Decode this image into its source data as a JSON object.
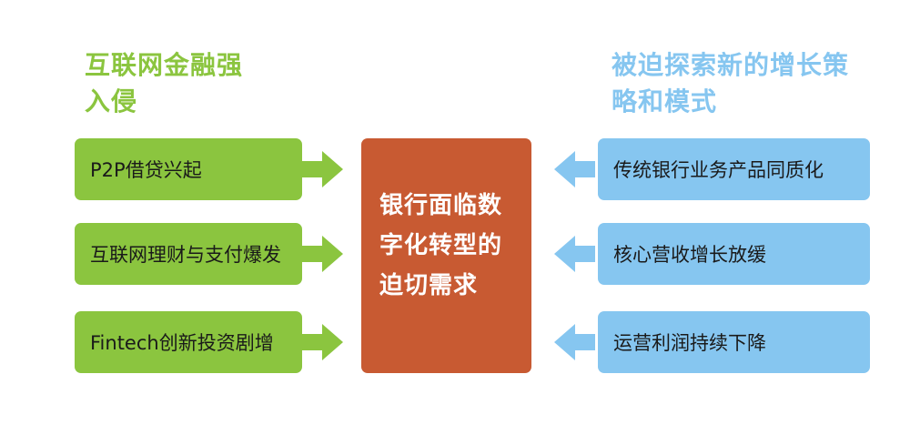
{
  "left": {
    "heading": "互联网金融强入侵",
    "color": "#8bc53f",
    "items": [
      {
        "label": "P2P借贷兴起"
      },
      {
        "label": "互联网理财与支付爆发"
      },
      {
        "label": "Fintech创新投资剧增"
      }
    ]
  },
  "right": {
    "heading": "被迫探索新的增长策略和模式",
    "color": "#86c6f0",
    "items": [
      {
        "label": "传统银行业务产品同质化"
      },
      {
        "label": "核心营收增长放缓"
      },
      {
        "label": "运营利润持续下降"
      }
    ]
  },
  "center": {
    "text": "银行面临数字化转型的迫切需求",
    "color": "#c85a32"
  }
}
